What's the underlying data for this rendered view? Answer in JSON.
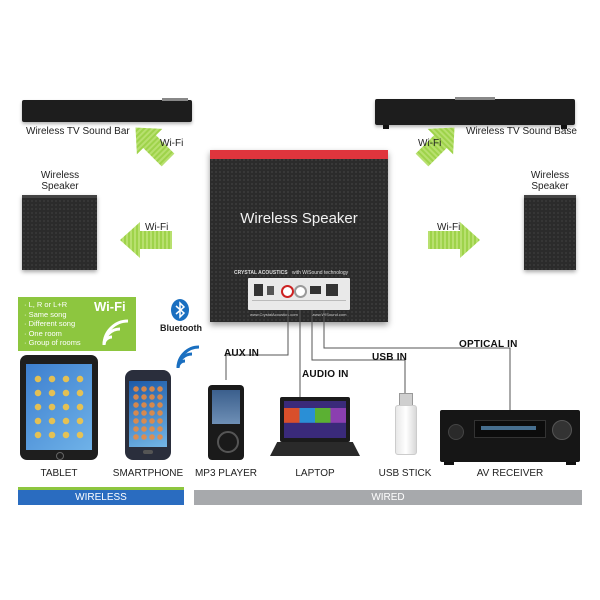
{
  "devices": {
    "sound_bar": "Wireless TV Sound Bar",
    "sound_base": "Wireless TV Sound Base",
    "left_speaker": [
      "Wireless",
      "Speaker"
    ],
    "right_speaker": [
      "Wireless",
      "Speaker"
    ],
    "center_speaker": "Wireless Speaker",
    "brand": "CRYSTAL ACOUSTICS",
    "brand_sub": "with WiSound technology",
    "url_left": "www.CrystalAcoustics.com",
    "url_right": "www.WiSound.com"
  },
  "wifi_labels": [
    "Wi-Fi",
    "Wi-Fi",
    "Wi-Fi",
    "Wi-Fi"
  ],
  "wifi_box": {
    "title": "Wi-Fi",
    "items": [
      "· L, R or L+R",
      "· Same song",
      "· Different song",
      "· One room",
      "· Group of rooms"
    ]
  },
  "bluetooth": {
    "label": "Bluetooth"
  },
  "connections": {
    "aux_in": "AUX IN",
    "audio_in": "AUDIO IN",
    "usb_in": "USB IN",
    "optical_in": "OPTICAL IN"
  },
  "bottom_devices": [
    "TABLET",
    "SMARTPHONE",
    "MP3 PLAYER",
    "LAPTOP",
    "USB STICK",
    "AV RECEIVER"
  ],
  "bars": {
    "wireless": "WIRELESS",
    "wired": "WIRED"
  },
  "colors": {
    "green_arrow": "#9ed34a",
    "green_box": "#8dc63f",
    "wireless_bar": "#2a6cc0",
    "wired_bar": "#a7a9ac",
    "speaker_top": "#e0353d",
    "speaker_body": "#2b2b2b"
  }
}
